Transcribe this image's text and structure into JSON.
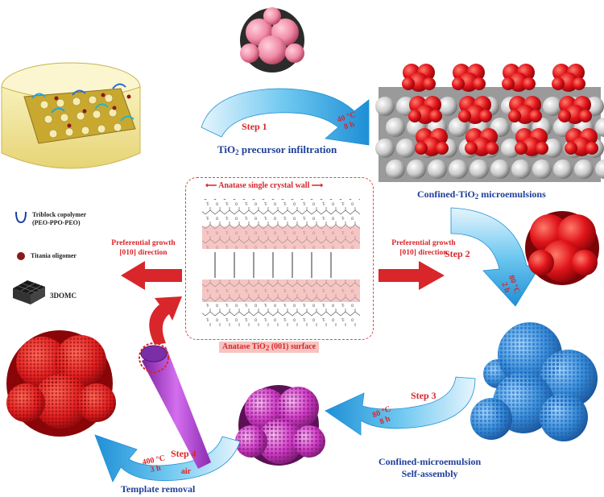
{
  "steps": {
    "step1": {
      "label": "Step 1",
      "caption_main": "TiO",
      "caption_sub": "2",
      "caption_rest": " precursor infiltration",
      "temp": "40 °C",
      "time": "8 h"
    },
    "step2": {
      "label": "Step 2",
      "temp": "80 °C",
      "time": "2 h"
    },
    "step3": {
      "label": "Step 3",
      "temp": "80 °C",
      "time": "8 h",
      "caption_line1": "Confined-microemulsion",
      "caption_line2": "Self-assembly"
    },
    "step4": {
      "label": "Step 4",
      "temp": "400 °C",
      "time": "3 h",
      "atmosphere": "air",
      "caption": "Template removal"
    }
  },
  "labels": {
    "confined_main": "Confined-TiO",
    "confined_sub": "2",
    "confined_rest": " microemulsions",
    "wall_title": "Anatase single crystal wall",
    "surface_main": "Anatase TiO",
    "surface_sub": "2",
    "surface_rest": " (001) surface",
    "growth_left_line1": "Preferential growth",
    "growth_left_line2": "[010] direction",
    "growth_right_line1": "Preferential growth",
    "growth_right_line2": "[010] direction"
  },
  "legend": {
    "copolymer_line1": "Triblock copolymer",
    "copolymer_line2": "(PEO-PPO-PEO)",
    "oligomer": "Titania oligomer",
    "template": "3DOMC"
  },
  "colors": {
    "arrow_blue": "#2ba3e3",
    "accent_red": "#d8262b",
    "label_blue": "#1f3f9a",
    "sphere_red": "#e0141b",
    "sphere_blue": "#3a8fd8",
    "sphere_magenta": "#d13cc8"
  }
}
